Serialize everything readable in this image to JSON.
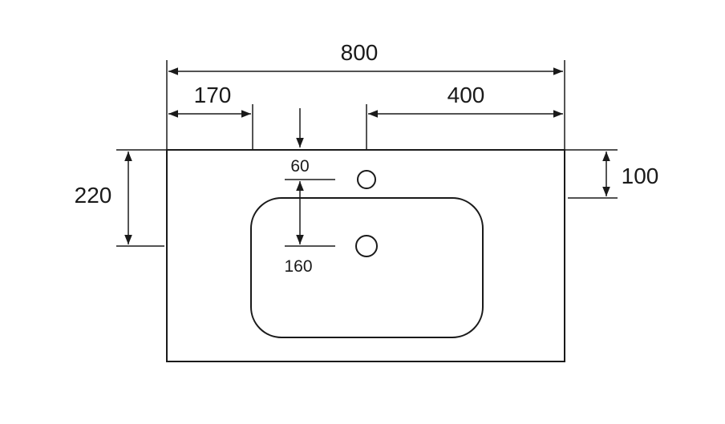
{
  "dimensions": {
    "overall_width": "800",
    "left_offset": "170",
    "right_offset": "400",
    "overall_depth": "220",
    "right_depth": "100",
    "tap_hole_offset": "60",
    "drain_offset": "160"
  }
}
